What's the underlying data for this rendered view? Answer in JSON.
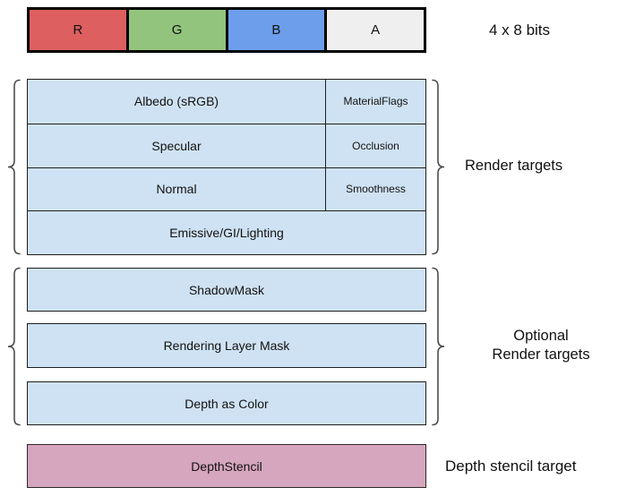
{
  "bits_bar": {
    "caption": "4 x 8 bits",
    "cells": [
      {
        "label": "R",
        "color": "#dd5f5f"
      },
      {
        "label": "G",
        "color": "#93c47d"
      },
      {
        "label": "B",
        "color": "#6d9eeb"
      },
      {
        "label": "A",
        "color": "#efefef"
      }
    ]
  },
  "render_targets": {
    "label": "Render targets",
    "rows": [
      {
        "main": "Albedo (sRGB)",
        "alpha": "MaterialFlags"
      },
      {
        "main": "Specular",
        "alpha": "Occlusion"
      },
      {
        "main": "Normal",
        "alpha": "Smoothness"
      },
      {
        "main": "Emissive/GI/Lighting"
      }
    ]
  },
  "optional_targets": {
    "label": "Optional\nRender targets",
    "items": [
      "ShadowMask",
      "Rendering Layer Mask",
      "Depth as Color"
    ]
  },
  "depth_stencil": {
    "box_label": "DepthStencil",
    "label": "Depth stencil target"
  },
  "colors": {
    "cell_blue": "#cfe2f3",
    "cell_pink": "#d5a6bd",
    "bit_red": "#dd5f5f",
    "bit_green": "#93c47d",
    "bit_blue": "#6d9eeb",
    "bit_alpha": "#efefef",
    "box_border": "#1f1f1f",
    "brace_stroke": "#4d4d4d"
  }
}
